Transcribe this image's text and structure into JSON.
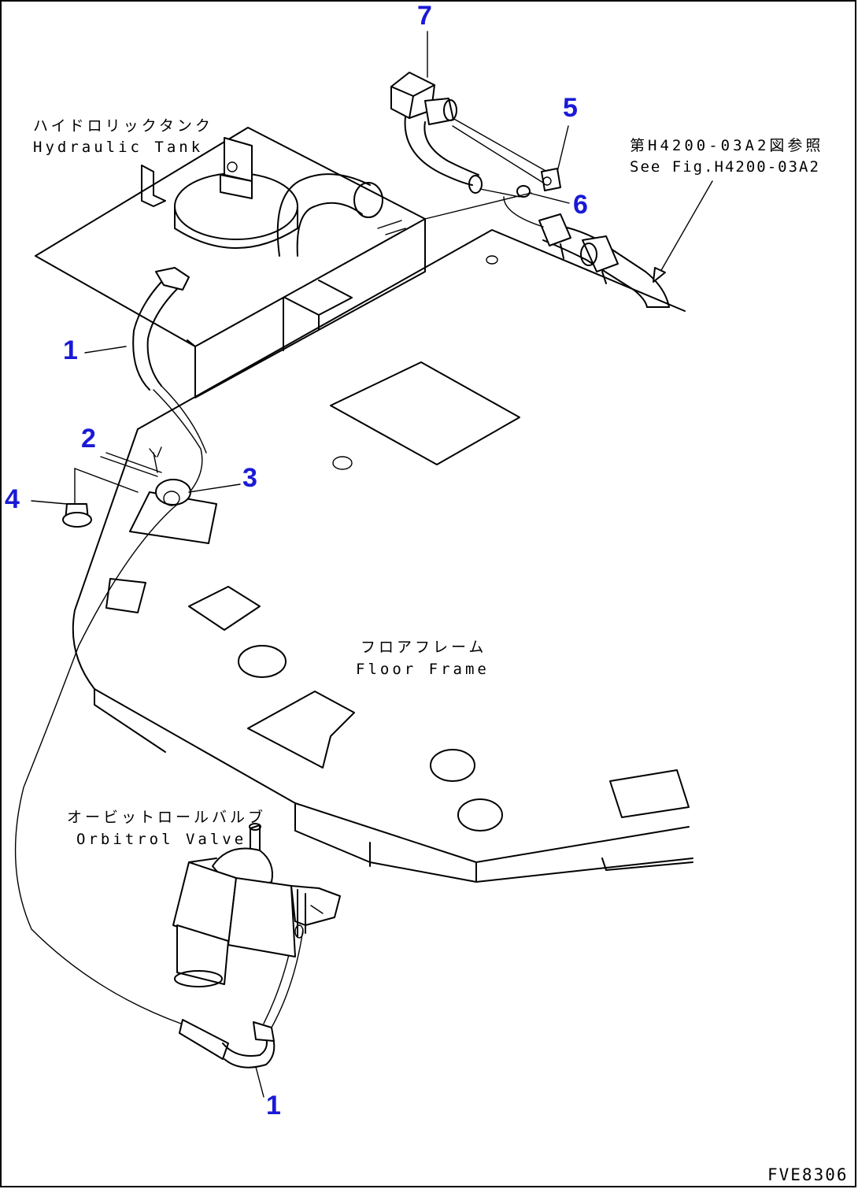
{
  "labels": {
    "hydraulic_tank_jp": "ハイドロリックタンク",
    "hydraulic_tank_en": "Hydraulic Tank",
    "see_fig_jp": "第H4200-03A2図参照",
    "see_fig_en": "See Fig.H4200-03A2",
    "floor_frame_jp": "フロアフレーム",
    "floor_frame_en": "Floor Frame",
    "orbitrol_valve_jp": "オービットロールバルブ",
    "orbitrol_valve_en": "Orbitrol Valve"
  },
  "callouts": {
    "c1_top": "1",
    "c2": "2",
    "c3": "3",
    "c4": "4",
    "c5": "5",
    "c6": "6",
    "c7": "7",
    "c1_bottom": "1"
  },
  "drawing_code": "FVE8306",
  "colors": {
    "callout": "#1a1ad6",
    "line": "#000000"
  }
}
